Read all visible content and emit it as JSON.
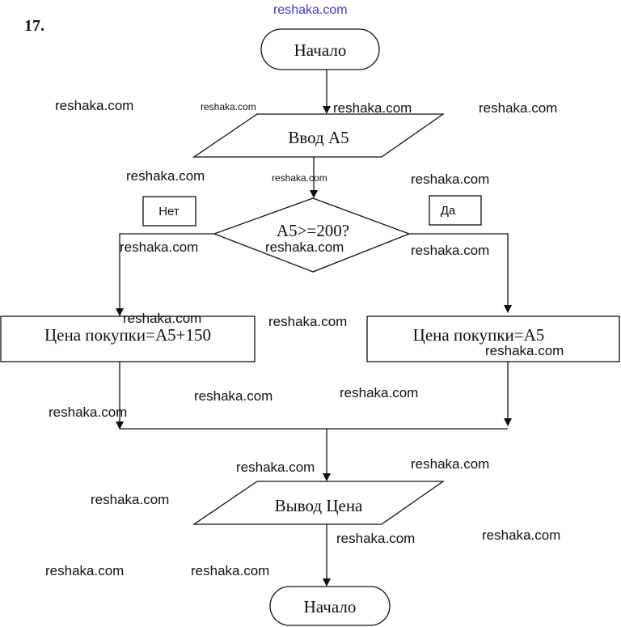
{
  "task_number": "17.",
  "header_watermark": "reshaka.com",
  "flowchart": {
    "start": {
      "label": "Начало"
    },
    "input": {
      "label": "Ввод A5"
    },
    "decision": {
      "label": "A5>=200?"
    },
    "no_label": "Нет",
    "yes_label": "Да",
    "process_no": {
      "label": "Цена покупки=A5+150"
    },
    "process_yes": {
      "label": "Цена покупки=A5"
    },
    "output": {
      "label": "Вывод Цена"
    },
    "end": {
      "label": "Начало"
    }
  },
  "watermarks": [
    "reshaka.com",
    "reshaka.com",
    "reshaka.com",
    "reshaka.com",
    "reshaka.com",
    "reshaka.com",
    "reshaka.com",
    "reshaka.com",
    "reshaka.com",
    "reshaka.com",
    "reshaka.com",
    "reshaka.com",
    "reshaka.com",
    "reshaka.com",
    "reshaka.com",
    "reshaka.com",
    "reshaka.com",
    "reshaka.com",
    "reshaka.com",
    "reshaka.com",
    "reshaka.com",
    "reshaka.com",
    "reshaka.com",
    "reshaka.com"
  ]
}
